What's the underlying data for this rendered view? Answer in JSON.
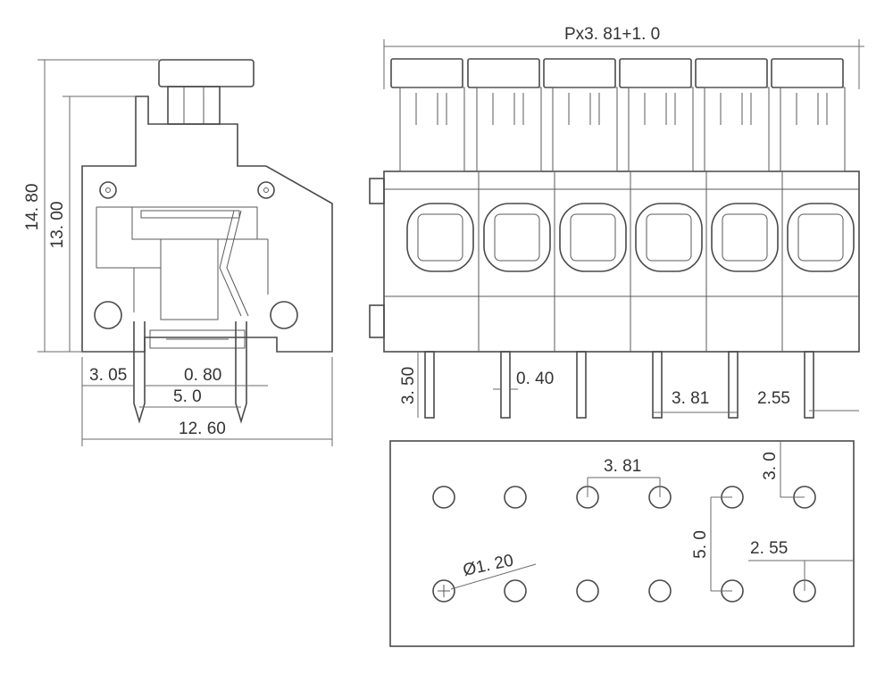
{
  "dimensions": {
    "overall_height": "14. 80",
    "body_height": "13. 00",
    "offset_left": "3. 05",
    "pin_width": "0. 80",
    "pin_spacing_side": "5. 0",
    "overall_width": "12. 60",
    "pitch_formula": "Px3. 81+1. 0",
    "pin_length": "3. 50",
    "pin_thickness": "0. 40",
    "pitch": "3. 81",
    "pin_offset": "2.55",
    "pcb_pitch": "3. 81",
    "pcb_row_offset": "3. 0",
    "pcb_row_spacing": "5. 0",
    "hole_diameter": "Ø1. 20",
    "pcb_pin_offset": "2. 55"
  },
  "colors": {
    "line": "#4a4a4a",
    "text": "#333333"
  }
}
